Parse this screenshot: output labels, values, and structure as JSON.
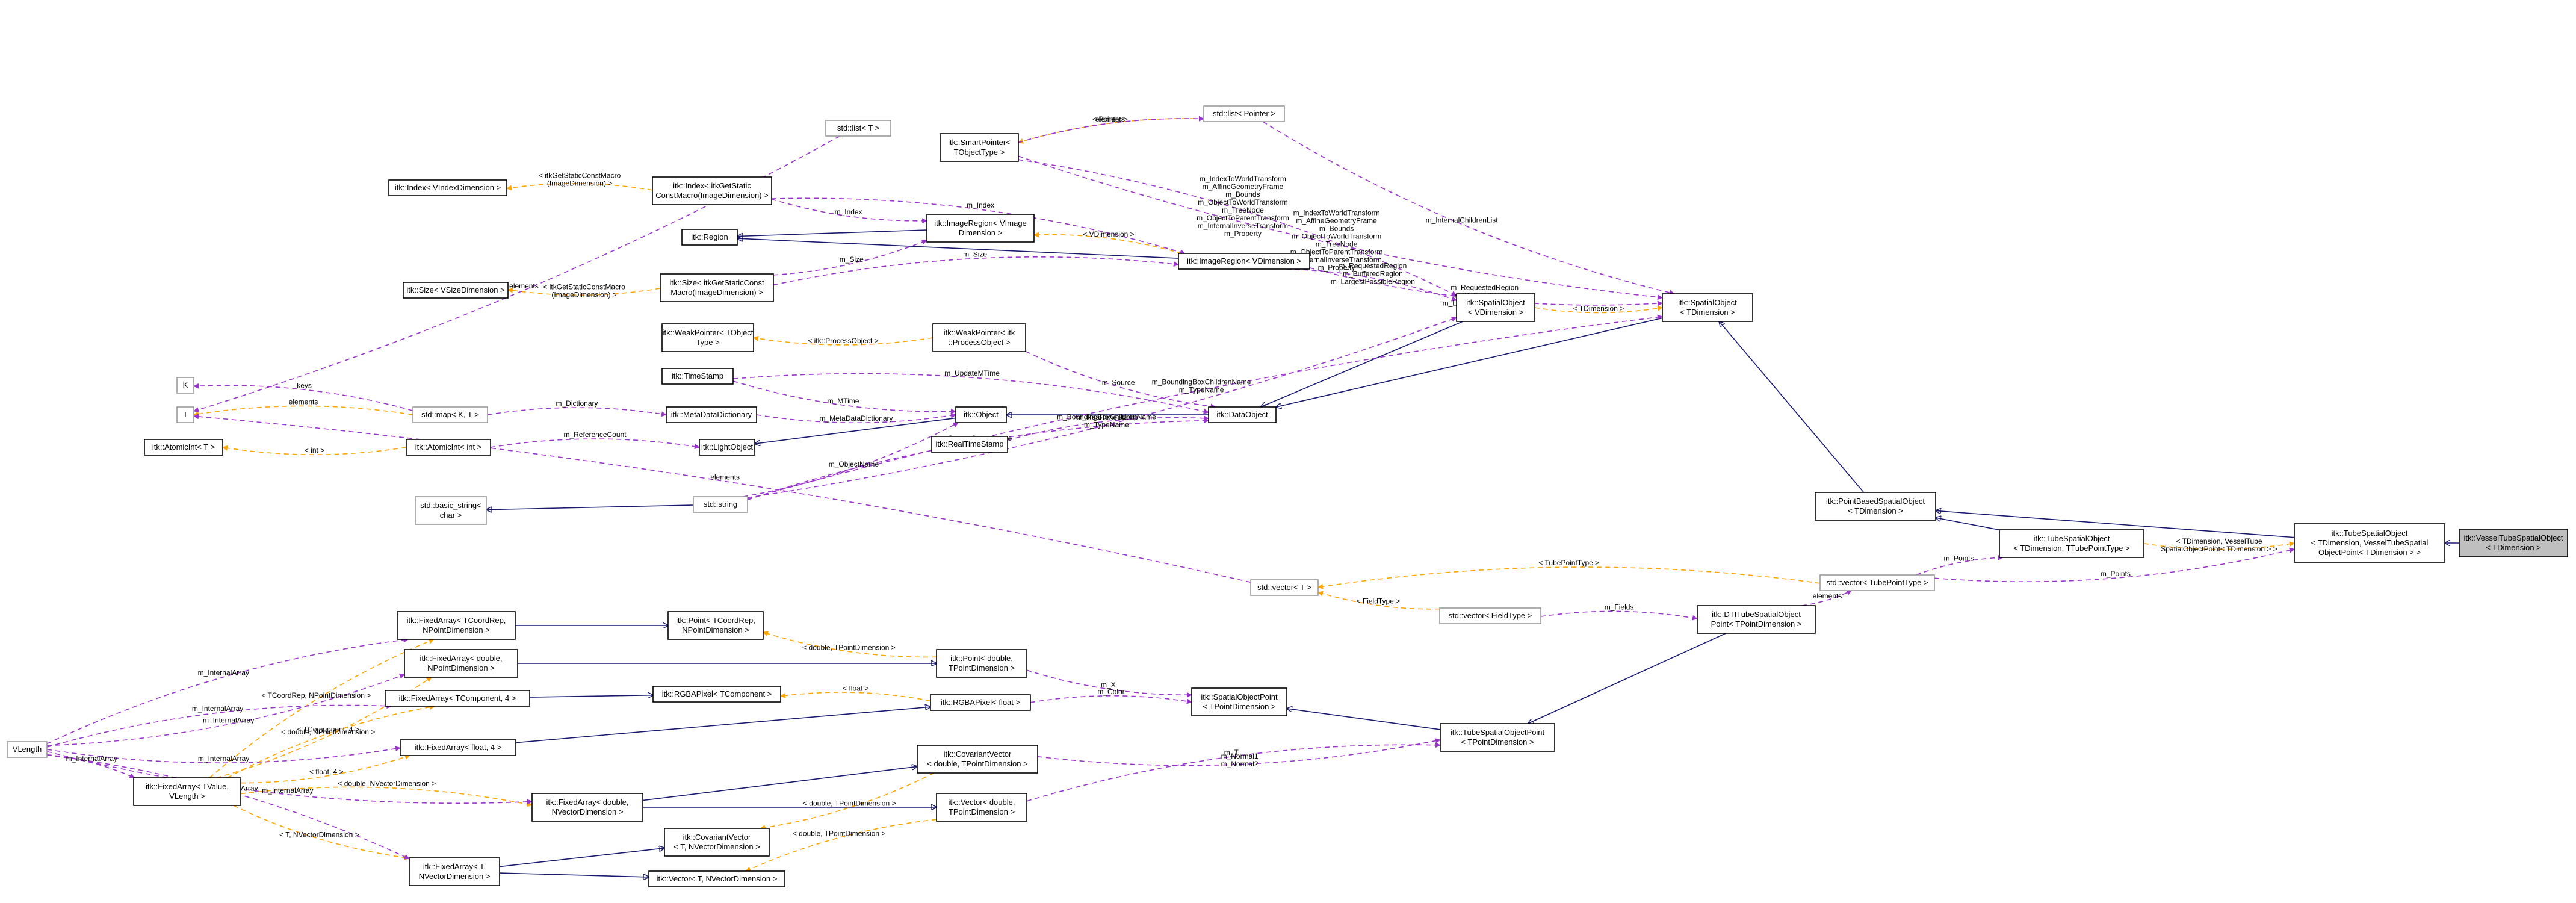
{
  "colors": {
    "inheritance": "#191970",
    "template": "#ffa500",
    "usage": "#9a32cd",
    "active_node_fill": "#bfbfbf",
    "node_border": "#000000",
    "external_node_border": "#9a9a9a"
  },
  "nodes": [
    {
      "id": "vessel",
      "lines": [
        "itk::VesselTubeSpatialObject",
        "< TDimension >"
      ],
      "style": "active"
    },
    {
      "id": "tube_so_vt",
      "lines": [
        "itk::TubeSpatialObject",
        "< TDimension, VesselTubeSpatial",
        "ObjectPoint< TDimension > >"
      ],
      "style": "normal"
    },
    {
      "id": "tube_so",
      "lines": [
        "itk::TubeSpatialObject",
        "< TDimension, TTubePointType >"
      ],
      "style": "normal"
    },
    {
      "id": "pointbased",
      "lines": [
        "itk::PointBasedSpatialObject",
        "< TDimension >"
      ],
      "style": "normal"
    },
    {
      "id": "spatialobj_t",
      "lines": [
        "itk::SpatialObject",
        "< TDimension >"
      ],
      "style": "normal"
    },
    {
      "id": "spatialobj_v",
      "lines": [
        "itk::SpatialObject",
        "< VDimension >"
      ],
      "style": "normal"
    },
    {
      "id": "dataobject",
      "lines": [
        "itk::DataObject"
      ],
      "style": "normal"
    },
    {
      "id": "object",
      "lines": [
        "itk::Object"
      ],
      "style": "normal"
    },
    {
      "id": "lightobject",
      "lines": [
        "itk::LightObject"
      ],
      "style": "normal"
    },
    {
      "id": "metadatadict",
      "lines": [
        "itk::MetaDataDictionary"
      ],
      "style": "normal"
    },
    {
      "id": "timestamp",
      "lines": [
        "itk::TimeStamp"
      ],
      "style": "normal"
    },
    {
      "id": "realtimestamp",
      "lines": [
        "itk::RealTimeStamp"
      ],
      "style": "normal"
    },
    {
      "id": "weakpointer_po",
      "lines": [
        "itk::WeakPointer< itk",
        "::ProcessObject >"
      ],
      "style": "normal"
    },
    {
      "id": "weakpointer_t",
      "lines": [
        "itk::WeakPointer< TObject",
        "Type >"
      ],
      "style": "normal"
    },
    {
      "id": "imageregion_v",
      "lines": [
        "itk::ImageRegion< VDimension >"
      ],
      "style": "normal"
    },
    {
      "id": "imageregion_vi",
      "lines": [
        "itk::ImageRegion< VImage",
        "Dimension >"
      ],
      "style": "normal"
    },
    {
      "id": "region",
      "lines": [
        "itk::Region"
      ],
      "style": "normal"
    },
    {
      "id": "index_const",
      "lines": [
        "itk::Index< itkGetStatic",
        "ConstMacro(ImageDimension) >"
      ],
      "style": "normal"
    },
    {
      "id": "index_v",
      "lines": [
        "itk::Index< VIndexDimension >"
      ],
      "style": "normal"
    },
    {
      "id": "size_const",
      "lines": [
        "itk::Size< itkGetStaticConst",
        "Macro(ImageDimension) >"
      ],
      "style": "normal"
    },
    {
      "id": "size_v",
      "lines": [
        "itk::Size< VSizeDimension >"
      ],
      "style": "normal"
    },
    {
      "id": "smartpointer",
      "lines": [
        "itk::SmartPointer<",
        "TObjectType >"
      ],
      "style": "normal"
    },
    {
      "id": "std_list_pointer",
      "lines": [
        "std::list< Pointer >"
      ],
      "style": "external"
    },
    {
      "id": "std_list_t",
      "lines": [
        "std::list< T >"
      ],
      "style": "external"
    },
    {
      "id": "std_string",
      "lines": [
        "std::string"
      ],
      "style": "external"
    },
    {
      "id": "std_basic_string",
      "lines": [
        "std::basic_string<",
        "char >"
      ],
      "style": "external"
    },
    {
      "id": "std_map",
      "lines": [
        "std::map< K, T >"
      ],
      "style": "external"
    },
    {
      "id": "k",
      "lines": [
        "K"
      ],
      "style": "external"
    },
    {
      "id": "t",
      "lines": [
        "T"
      ],
      "style": "external"
    },
    {
      "id": "atomicint_t",
      "lines": [
        "itk::AtomicInt< T >"
      ],
      "style": "normal"
    },
    {
      "id": "atomicint_int",
      "lines": [
        "itk::AtomicInt< int >"
      ],
      "style": "normal"
    },
    {
      "id": "std_vector_t",
      "lines": [
        "std::vector< T >"
      ],
      "style": "external"
    },
    {
      "id": "std_vector_tube",
      "lines": [
        "std::vector< TubePointType >"
      ],
      "style": "external"
    },
    {
      "id": "std_vector_field",
      "lines": [
        "std::vector< FieldType >"
      ],
      "style": "external"
    },
    {
      "id": "dti_point",
      "lines": [
        "itk::DTITubeSpatialObject",
        "Point< TPointDimension >"
      ],
      "style": "normal"
    },
    {
      "id": "tube_point",
      "lines": [
        "itk::TubeSpatialObjectPoint",
        "< TPointDimension >"
      ],
      "style": "normal"
    },
    {
      "id": "so_point",
      "lines": [
        "itk::SpatialObjectPoint",
        "< TPointDimension >"
      ],
      "style": "normal"
    },
    {
      "id": "point_tcoord",
      "lines": [
        "itk::Point< TCoordRep,",
        "NPointDimension >"
      ],
      "style": "normal"
    },
    {
      "id": "point_double",
      "lines": [
        "itk::Point< double,",
        "TPointDimension >"
      ],
      "style": "normal"
    },
    {
      "id": "rgba_tcomp",
      "lines": [
        "itk::RGBAPixel< TComponent >"
      ],
      "style": "normal"
    },
    {
      "id": "rgba_float",
      "lines": [
        "itk::RGBAPixel< float >"
      ],
      "style": "normal"
    },
    {
      "id": "covariant_double",
      "lines": [
        "itk::CovariantVector",
        "< double, TPointDimension >"
      ],
      "style": "normal"
    },
    {
      "id": "vector_double",
      "lines": [
        "itk::Vector< double,",
        "TPointDimension >"
      ],
      "style": "normal"
    },
    {
      "id": "covariant_t",
      "lines": [
        "itk::CovariantVector",
        "< T, NVectorDimension >"
      ],
      "style": "normal"
    },
    {
      "id": "vector_t",
      "lines": [
        "itk::Vector< T, NVectorDimension >"
      ],
      "style": "normal"
    },
    {
      "id": "fa_tcoord",
      "lines": [
        "itk::FixedArray< TCoordRep,",
        "NPointDimension >"
      ],
      "style": "normal"
    },
    {
      "id": "fa_double_np",
      "lines": [
        "itk::FixedArray< double,",
        "NPointDimension >"
      ],
      "style": "normal"
    },
    {
      "id": "fa_tcomp",
      "lines": [
        "itk::FixedArray< TComponent, 4 >"
      ],
      "style": "normal"
    },
    {
      "id": "fa_float",
      "lines": [
        "itk::FixedArray< float, 4 >"
      ],
      "style": "normal"
    },
    {
      "id": "fa_double_nv",
      "lines": [
        "itk::FixedArray< double,",
        "NVectorDimension >"
      ],
      "style": "normal"
    },
    {
      "id": "fa_t_nv",
      "lines": [
        "itk::FixedArray< T,",
        "NVectorDimension >"
      ],
      "style": "normal"
    },
    {
      "id": "fa_tvalue",
      "lines": [
        "itk::FixedArray< TValue,",
        "VLength >"
      ],
      "style": "normal"
    },
    {
      "id": "vlength",
      "lines": [
        "VLength"
      ],
      "style": "external"
    }
  ],
  "edges": [
    {
      "from": "tube_so_vt",
      "to": "vessel",
      "kind": "inherit",
      "label": []
    },
    {
      "from": "tube_so",
      "to": "tube_so_vt",
      "kind": "template",
      "label": [
        "< TDimension, VesselTube",
        "SpatialObjectPoint< TDimension > >"
      ]
    },
    {
      "from": "pointbased",
      "to": "tube_so",
      "kind": "inherit",
      "label": []
    },
    {
      "from": "pointbased",
      "to": "tube_so_vt",
      "kind": "inherit",
      "label": []
    },
    {
      "from": "spatialobj_t",
      "to": "pointbased",
      "kind": "inherit",
      "label": []
    },
    {
      "from": "dataobject",
      "to": "spatialobj_v",
      "kind": "inherit",
      "label": []
    },
    {
      "from": "dataobject",
      "to": "spatialobj_t",
      "kind": "inherit",
      "label": []
    },
    {
      "from": "spatialobj_v",
      "to": "spatialobj_t",
      "kind": "template",
      "label": [
        "< TDimension >"
      ]
    },
    {
      "from": "object",
      "to": "dataobject",
      "kind": "inherit",
      "label": []
    },
    {
      "from": "lightobject",
      "to": "object",
      "kind": "inherit",
      "label": []
    },
    {
      "from": "region",
      "to": "imageregion_v",
      "kind": "inherit",
      "label": []
    },
    {
      "from": "region",
      "to": "imageregion_vi",
      "kind": "inherit",
      "label": []
    },
    {
      "from": "std_basic_string",
      "to": "std_string",
      "kind": "inherit",
      "label": []
    },
    {
      "from": "point_tcoord",
      "to": "fa_tcoord",
      "kind": "inherit",
      "label": []
    },
    {
      "from": "point_double",
      "to": "fa_double_np",
      "kind": "inherit",
      "label": []
    },
    {
      "from": "rgba_tcomp",
      "to": "fa_tcomp",
      "kind": "inherit",
      "label": []
    },
    {
      "from": "rgba_float",
      "to": "fa_float",
      "kind": "inherit",
      "label": []
    },
    {
      "from": "covariant_double",
      "to": "fa_double_nv",
      "kind": "inherit",
      "label": []
    },
    {
      "from": "vector_double",
      "to": "fa_double_nv",
      "kind": "inherit",
      "label": []
    },
    {
      "from": "covariant_t",
      "to": "fa_t_nv",
      "kind": "inherit",
      "label": []
    },
    {
      "from": "vector_t",
      "to": "fa_t_nv",
      "kind": "inherit",
      "label": []
    },
    {
      "from": "so_point",
      "to": "tube_point",
      "kind": "inherit",
      "label": []
    },
    {
      "from": "tube_point",
      "to": "dti_point",
      "kind": "inherit",
      "label": []
    },
    {
      "from": "index_const",
      "to": "index_v",
      "kind": "template",
      "label": [
        "< itkGetStaticConstMacro",
        "(ImageDimension) >"
      ]
    },
    {
      "from": "size_const",
      "to": "size_v",
      "kind": "template",
      "label": [
        "< itkGetStaticConstMacro",
        "(ImageDimension) >"
      ]
    },
    {
      "from": "imageregion_v",
      "to": "imageregion_vi",
      "kind": "template",
      "label": [
        "< VDimension >"
      ]
    },
    {
      "from": "weakpointer_po",
      "to": "weakpointer_t",
      "kind": "template",
      "label": [
        "< itk::ProcessObject >"
      ]
    },
    {
      "from": "std_map",
      "to": "t",
      "kind": "template",
      "label": [
        "elements"
      ]
    },
    {
      "from": "atomicint_int",
      "to": "atomicint_t",
      "kind": "template",
      "label": [
        "< int >"
      ]
    },
    {
      "from": "std_list_pointer",
      "to": "smartpointer",
      "kind": "template",
      "label": [
        "< Pointer >"
      ]
    },
    {
      "from": "std_list_t",
      "to": "t",
      "kind": "usage",
      "label": [
        "elements"
      ]
    },
    {
      "from": "std_vector_tube",
      "to": "std_vector_t",
      "kind": "template",
      "label": [
        "< TubePointType >"
      ]
    },
    {
      "from": "std_vector_field",
      "to": "std_vector_t",
      "kind": "template",
      "label": [
        "< FieldType >"
      ]
    },
    {
      "from": "std_vector_t",
      "to": "t",
      "kind": "usage",
      "label": [
        "elements"
      ]
    },
    {
      "from": "point_double",
      "to": "point_tcoord",
      "kind": "template",
      "label": [
        "< double, TPointDimension >"
      ]
    },
    {
      "from": "rgba_float",
      "to": "rgba_tcomp",
      "kind": "template",
      "label": [
        "< float >"
      ]
    },
    {
      "from": "covariant_double",
      "to": "covariant_t",
      "kind": "template",
      "label": [
        "< double, TPointDimension >"
      ]
    },
    {
      "from": "vector_double",
      "to": "vector_t",
      "kind": "template",
      "label": [
        "< double, TPointDimension >"
      ]
    },
    {
      "from": "fa_tvalue",
      "to": "fa_tcoord",
      "kind": "template",
      "label": [
        "< TCoordRep, NPointDimension >"
      ]
    },
    {
      "from": "fa_tvalue",
      "to": "fa_double_np",
      "kind": "template",
      "label": [
        "< double, NPointDimension >"
      ]
    },
    {
      "from": "fa_tvalue",
      "to": "fa_tcomp",
      "kind": "template",
      "label": [
        "< TComponent, 4 >"
      ]
    },
    {
      "from": "fa_tvalue",
      "to": "fa_float",
      "kind": "template",
      "label": [
        "< float, 4 >"
      ]
    },
    {
      "from": "fa_tvalue",
      "to": "fa_double_nv",
      "kind": "template",
      "label": [
        "< double, NVectorDimension >"
      ]
    },
    {
      "from": "fa_tvalue",
      "to": "fa_t_nv",
      "kind": "template",
      "label": [
        "< T, NVectorDimension >"
      ]
    },
    {
      "from": "vlength",
      "to": "fa_tcoord",
      "kind": "usage",
      "label": [
        "m_InternalArray"
      ]
    },
    {
      "from": "vlength",
      "to": "fa_double_np",
      "kind": "usage",
      "label": [
        "m_InternalArray"
      ]
    },
    {
      "from": "vlength",
      "to": "fa_tcomp",
      "kind": "usage",
      "label": [
        "m_InternalArray"
      ]
    },
    {
      "from": "vlength",
      "to": "fa_float",
      "kind": "usage",
      "label": [
        "m_InternalArray"
      ]
    },
    {
      "from": "vlength",
      "to": "fa_tvalue",
      "kind": "usage",
      "label": [
        "m_InternalArray"
      ]
    },
    {
      "from": "vlength",
      "to": "fa_double_nv",
      "kind": "usage",
      "label": [
        "m_InternalArray"
      ]
    },
    {
      "from": "vlength",
      "to": "fa_t_nv",
      "kind": "usage",
      "label": [
        "m_InternalArray"
      ]
    },
    {
      "from": "std_vector_tube",
      "to": "tube_so_vt",
      "kind": "usage",
      "label": [
        "m_Points"
      ]
    },
    {
      "from": "std_vector_tube",
      "to": "tube_so",
      "kind": "usage",
      "label": [
        "m_Points"
      ]
    },
    {
      "from": "dti_point",
      "to": "std_vector_tube",
      "kind": "usage",
      "label": [
        "elements"
      ]
    },
    {
      "from": "std_vector_field",
      "to": "dti_point",
      "kind": "usage",
      "label": [
        "m_Fields"
      ]
    },
    {
      "from": "point_double",
      "to": "so_point",
      "kind": "usage",
      "label": [
        "m_X"
      ]
    },
    {
      "from": "rgba_float",
      "to": "so_point",
      "kind": "usage",
      "label": [
        "m_Color"
      ]
    },
    {
      "from": "covariant_double",
      "to": "tube_point",
      "kind": "usage",
      "label": [
        "m_Normal1",
        "m_Normal2"
      ]
    },
    {
      "from": "vector_double",
      "to": "tube_point",
      "kind": "usage",
      "label": [
        "m_T"
      ]
    },
    {
      "from": "std_list_pointer",
      "to": "spatialobj_t",
      "kind": "usage",
      "label": [
        "m_InternalChildrenList"
      ]
    },
    {
      "from": "smartpointer",
      "to": "std_list_pointer",
      "kind": "usage",
      "label": [
        "elements"
      ]
    },
    {
      "from": "smartpointer",
      "to": "spatialobj_t",
      "kind": "usage",
      "label": [
        "m_IndexToWorldTransform",
        "m_AffineGeometryFrame",
        "m_Bounds",
        "m_ObjectToWorldTransform",
        "m_TreeNode",
        "m_ObjectToParentTransform",
        "m_InternalInverseTransform",
        "m_Property"
      ]
    },
    {
      "from": "smartpointer",
      "to": "spatialobj_v",
      "kind": "usage",
      "label": [
        "m_IndexToWorldTransform",
        "m_AffineGeometryFrame",
        "m_Bounds",
        "m_ObjectToWorldTransform",
        "m_TreeNode",
        "m_ObjectToParentTransform",
        "m_InternalInverseTransform",
        "m_Property"
      ]
    },
    {
      "from": "imageregion_v",
      "to": "spatialobj_t",
      "kind": "usage",
      "label": [
        "m_RequestedRegion",
        "m_BufferedRegion",
        "m_LargestPossibleRegion"
      ]
    },
    {
      "from": "imageregion_v",
      "to": "spatialobj_v",
      "kind": "usage",
      "label": [
        "m_RequestedRegion",
        "m_BufferedRegion",
        "m_LargestPossibleRegion"
      ]
    },
    {
      "from": "index_const",
      "to": "imageregion_vi",
      "kind": "usage",
      "label": [
        "m_Index"
      ]
    },
    {
      "from": "index_const",
      "to": "imageregion_v",
      "kind": "usage",
      "label": [
        "m_Index"
      ]
    },
    {
      "from": "size_const",
      "to": "imageregion_vi",
      "kind": "usage",
      "label": [
        "m_Size"
      ]
    },
    {
      "from": "size_const",
      "to": "imageregion_v",
      "kind": "usage",
      "label": [
        "m_Size"
      ]
    },
    {
      "from": "weakpointer_po",
      "to": "dataobject",
      "kind": "usage",
      "label": [
        "m_Source"
      ]
    },
    {
      "from": "timestamp",
      "to": "dataobject",
      "kind": "usage",
      "label": [
        "m_UpdateMTime"
      ]
    },
    {
      "from": "timestamp",
      "to": "object",
      "kind": "usage",
      "label": [
        "m_MTime"
      ]
    },
    {
      "from": "realtimestamp",
      "to": "dataobject",
      "kind": "usage",
      "label": [
        "m_RealTimeStamp"
      ]
    },
    {
      "from": "metadatadict",
      "to": "object",
      "kind": "usage",
      "label": [
        "m_MetaDataDictionary"
      ]
    },
    {
      "from": "std_map",
      "to": "metadatadict",
      "kind": "usage",
      "label": [
        "m_Dictionary"
      ]
    },
    {
      "from": "std_map",
      "to": "k",
      "kind": "usage",
      "label": [
        "keys"
      ]
    },
    {
      "from": "atomicint_int",
      "to": "lightobject",
      "kind": "usage",
      "label": [
        "m_ReferenceCount"
      ]
    },
    {
      "from": "std_string",
      "to": "object",
      "kind": "usage",
      "label": [
        "m_ObjectName"
      ]
    },
    {
      "from": "std_string",
      "to": "dataobject",
      "kind": "usage",
      "label": [
        "m_SourceOutputName"
      ]
    },
    {
      "from": "std_string",
      "to": "spatialobj_v",
      "kind": "usage",
      "label": [
        "m_BoundingBoxChildrenName",
        "m_TypeName"
      ]
    },
    {
      "from": "std_string",
      "to": "spatialobj_t",
      "kind": "usage",
      "label": [
        "m_BoundingBoxChildrenName",
        "m_TypeName"
      ]
    }
  ]
}
